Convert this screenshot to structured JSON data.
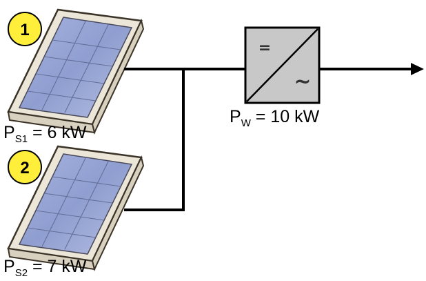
{
  "panel1": {
    "badge": "1",
    "label": {
      "symbol": "P",
      "subscript": "S1",
      "value": " = 6 kW"
    }
  },
  "panel2": {
    "badge": "2",
    "label": {
      "symbol": "P",
      "subscript": "S2",
      "value": " = 7 kW"
    }
  },
  "inverter": {
    "dc_symbol": "=",
    "ac_symbol": "~",
    "label": {
      "symbol": "P",
      "subscript": "W",
      "value": " = 10 kW"
    }
  },
  "colors": {
    "badge_fill": "#ffef3a",
    "panel_cell": "#8f9ed0",
    "panel_frame": "#e8e2d4",
    "inverter_fill": "#c8c8c8",
    "line": "#000000"
  }
}
